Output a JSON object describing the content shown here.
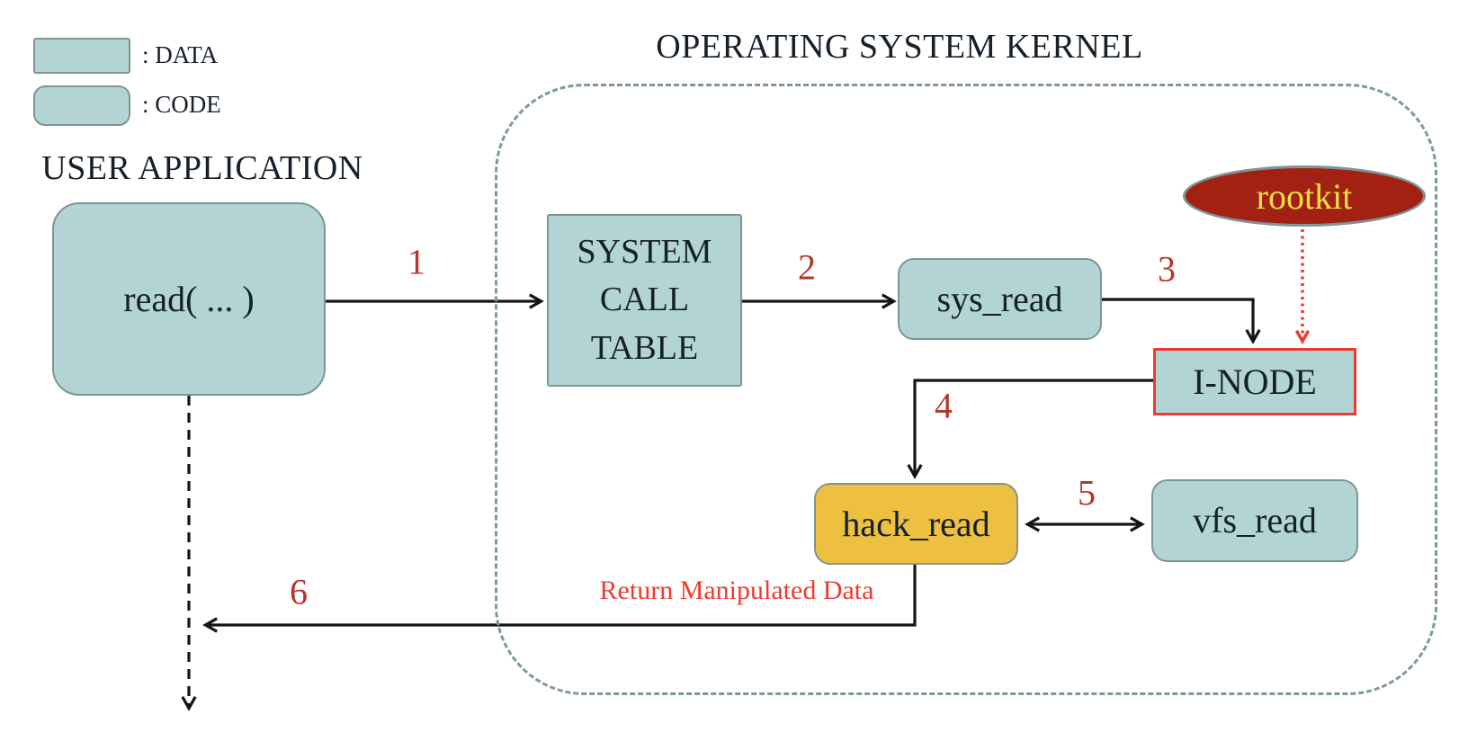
{
  "legend": {
    "data_label": ": DATA",
    "code_label": ": CODE"
  },
  "titles": {
    "user_application": "USER APPLICATION",
    "kernel": "OPERATING SYSTEM KERNEL"
  },
  "nodes": {
    "read_call": "read( ... )",
    "system_call_table": "SYSTEM\nCALL\nTABLE",
    "sys_read": "sys_read",
    "inode": "I-NODE",
    "hack_read": "hack_read",
    "vfs_read": "vfs_read",
    "rootkit": "rootkit"
  },
  "steps": [
    "1",
    "2",
    "3",
    "4",
    "5",
    "6"
  ],
  "annotations": {
    "return_manipulated_data": "Return Manipulated Data"
  },
  "colors": {
    "node_fill_teal": "#b3d4d5",
    "node_border": "#7f9494",
    "hack_fill_orange": "#eec041",
    "rootkit_fill": "#a32113",
    "rootkit_text": "#f0e042",
    "inode_border": "#ef3b2d",
    "arrow_black": "#141414",
    "step_red": "#b5352c",
    "alert_red": "#ee3a31",
    "kernel_dash": "#7f9999",
    "text_dark": "#16202a"
  }
}
